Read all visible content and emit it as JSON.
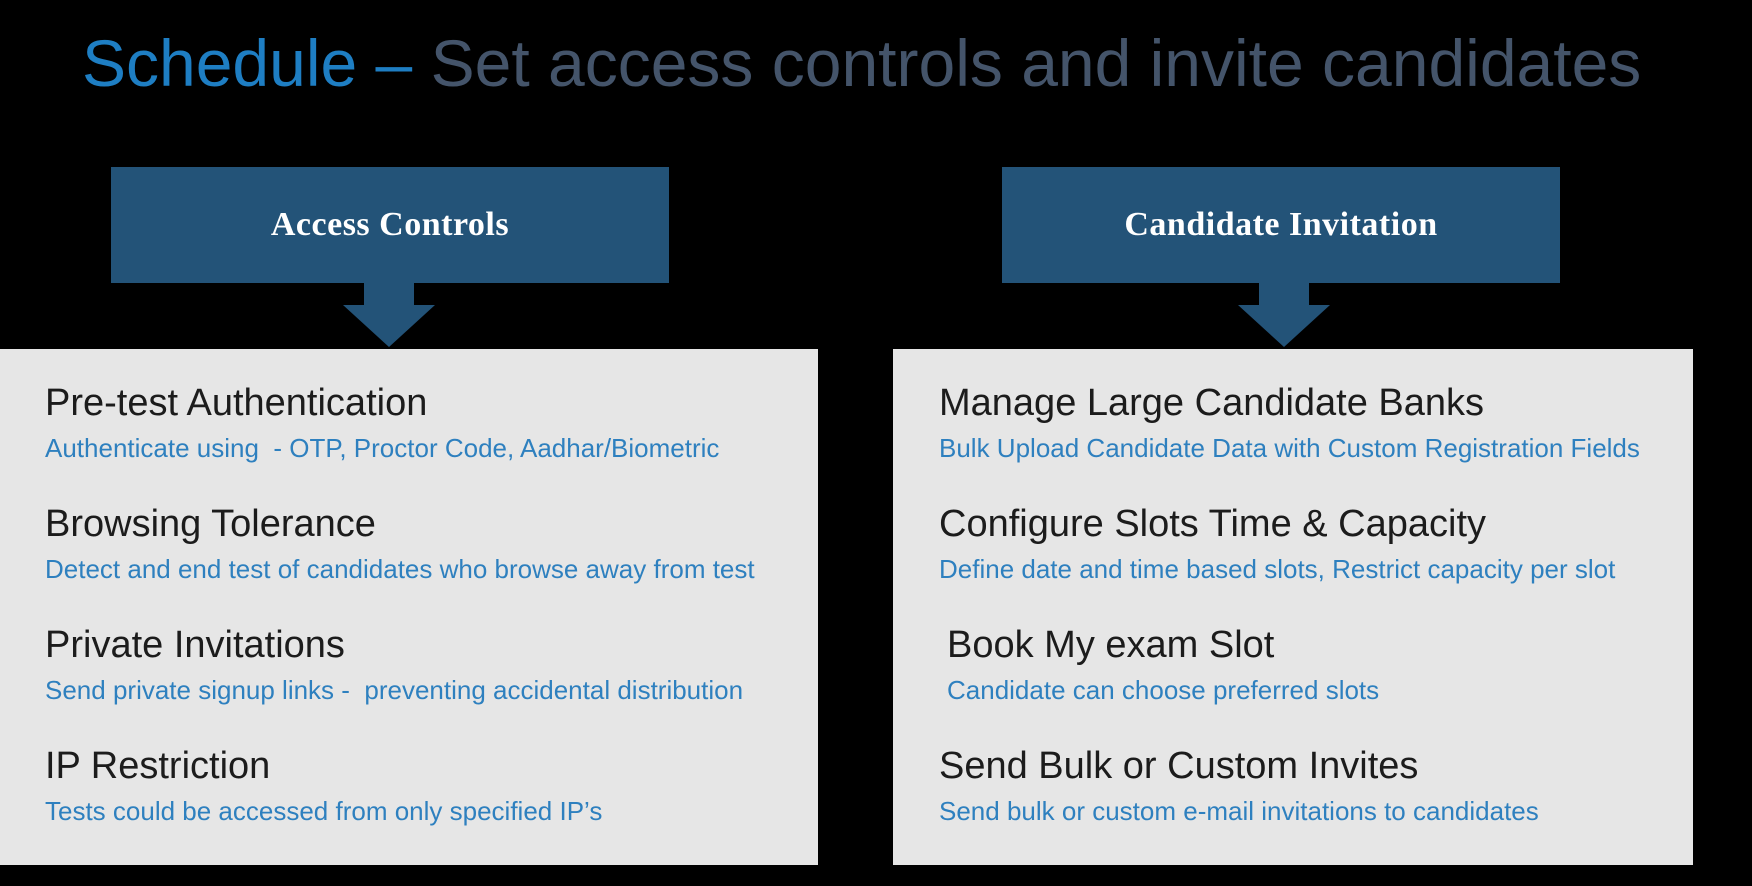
{
  "title": {
    "highlight": "Schedule – ",
    "rest": "Set access controls and invite candidates"
  },
  "colors": {
    "background": "#000000",
    "title_highlight": "#1E7EC3",
    "title_rest": "#44546A",
    "callout_box": "#235378",
    "callout_text": "#FFFFFF",
    "panel_background": "#E6E6E6",
    "feature_heading": "#1C1C1C",
    "feature_description": "#2E80BF"
  },
  "columns": [
    {
      "header": "Access Controls",
      "items": [
        {
          "heading": "Pre-test Authentication",
          "description": "Authenticate using  - OTP, Proctor Code, Aadhar/Biometric"
        },
        {
          "heading": "Browsing Tolerance",
          "description": "Detect and end test of candidates who browse away from test"
        },
        {
          "heading": "Private Invitations",
          "description": "Send private signup links -  preventing accidental distribution"
        },
        {
          "heading": "IP Restriction",
          "description": "Tests could be accessed from only specified IP’s"
        }
      ]
    },
    {
      "header": "Candidate Invitation",
      "items": [
        {
          "heading": "Manage Large Candidate Banks",
          "description": "Bulk Upload Candidate Data with Custom Registration Fields"
        },
        {
          "heading": "Configure Slots Time & Capacity",
          "description": "Define date and time based slots, Restrict capacity per slot"
        },
        {
          "heading": "Book My exam Slot",
          "description": "Candidate can choose preferred slots"
        },
        {
          "heading": "Send Bulk or Custom Invites",
          "description": "Send bulk or custom e-mail invitations to candidates"
        }
      ]
    }
  ]
}
